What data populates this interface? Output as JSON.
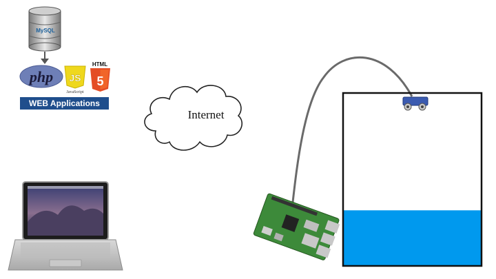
{
  "database": {
    "label": "MySQL"
  },
  "web_stack": {
    "php_label": "php",
    "js_label": "JS",
    "js_caption": "JavaScript",
    "html_label": "HTML",
    "html_number": "5",
    "banner": "WEB Applications"
  },
  "cloud": {
    "label": "Internet"
  },
  "tank": {
    "water_level": 0.32
  },
  "colors": {
    "water": "#0099ee",
    "php": "#6e7fb7",
    "js": "#efd81d",
    "html5": "#e44d26",
    "banner": "#1f4e8c",
    "board": "#3d8a3a"
  }
}
